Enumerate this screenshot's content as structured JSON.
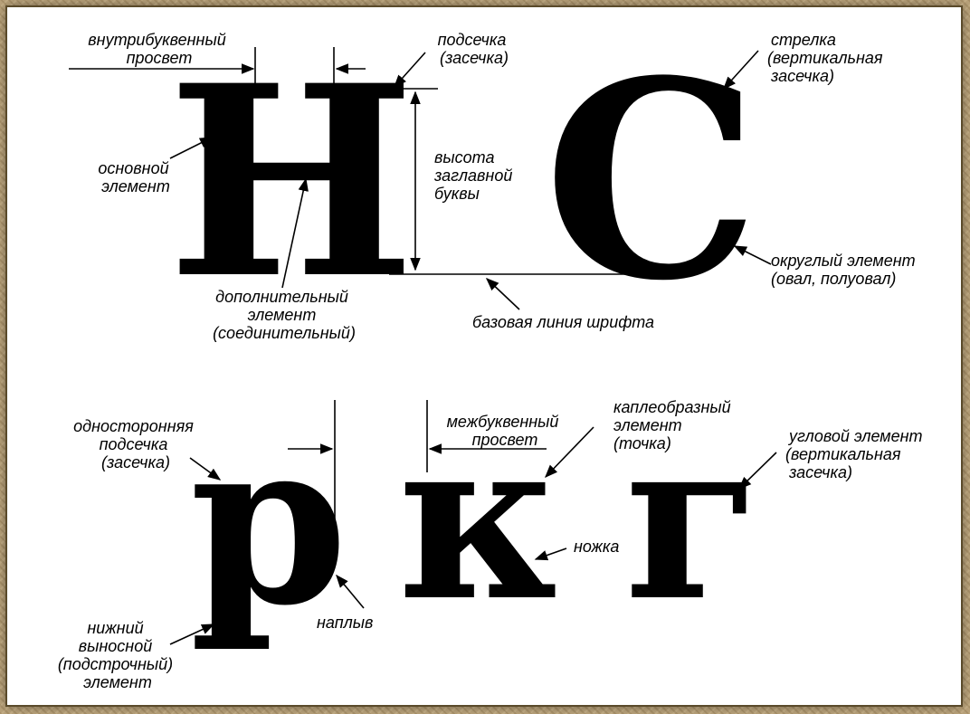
{
  "letters": {
    "H": "Н",
    "C": "С",
    "p": "р",
    "k": "к",
    "g": "г"
  },
  "labels": {
    "inter_letter_gap_inner": [
      "внутрибуквенный",
      "просвет"
    ],
    "serif": [
      "подсечка",
      "(засечка)"
    ],
    "arrow_serif": [
      "стрелка",
      "(вертикальная",
      "засечка)"
    ],
    "main_stroke": [
      "основной",
      "элемент"
    ],
    "cap_height": [
      "высота",
      "заглавной",
      "буквы"
    ],
    "round_element": [
      "округлый элемент",
      "(овал, полуовал)"
    ],
    "extra_element": [
      "дополнительный",
      "элемент",
      "(соединительный)"
    ],
    "baseline": [
      "базовая линия шрифта"
    ],
    "one_sided_serif": [
      "односторонняя",
      "подсечка",
      "(засечка)"
    ],
    "inter_letter_gap": [
      "межбуквенный",
      "просвет"
    ],
    "drop_element": [
      "каплеобразный",
      "элемент",
      "(точка)"
    ],
    "corner_element": [
      "угловой элемент",
      "(вертикальная",
      "засечка)"
    ],
    "leg": [
      "ножка"
    ],
    "bulge": [
      "наплыв"
    ],
    "descender": [
      "нижний",
      "выносной",
      "(подстрочный)",
      "элемент"
    ]
  }
}
